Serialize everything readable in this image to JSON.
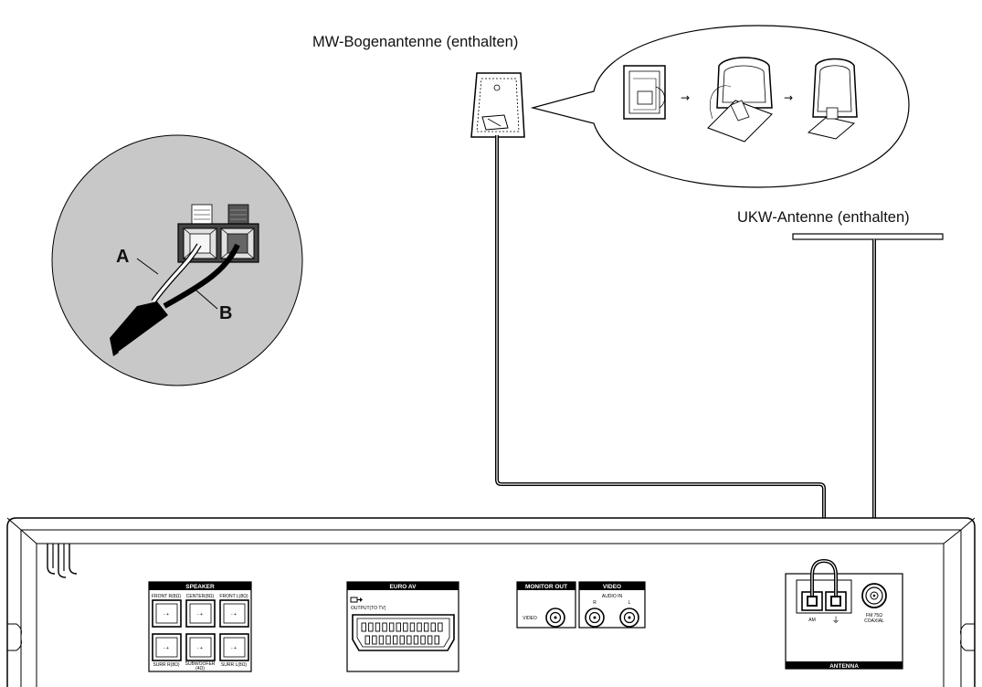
{
  "labels": {
    "mw_antenna": "MW-Bogenantenne (enthalten)",
    "fm_antenna": "UKW-Antenne (enthalten)",
    "wire_a": "A",
    "wire_b": "B"
  },
  "panel": {
    "speaker_header": "SPEAKER",
    "front_r": "FRONT R(8Ω)",
    "center": "CENTER(8Ω)",
    "front_l": "FRONT L(8Ω)",
    "surr_r": "SURR R(8Ω)",
    "subwoofer": "SUBWOOFER",
    "subwoofer_ohm": "(4Ω)",
    "surr_l": "SURR L(8Ω)",
    "euro_av_header": "EURO AV",
    "output_to_tv": "OUTPUT(TO TV)",
    "monitor_out_header": "MONITOR OUT",
    "video_header": "VIDEO",
    "video_label": "VIDEO",
    "audio_in": "AUDIO IN",
    "r": "R",
    "l": "L",
    "am": "AM",
    "ground": "⏚",
    "fm_75": "FM 75Ω",
    "coaxial": "COAXIAL",
    "antenna_header": "ANTENNA"
  },
  "colors": {
    "zoom_circle": "#c8c8c8",
    "line": "#000000",
    "background": "#ffffff"
  }
}
